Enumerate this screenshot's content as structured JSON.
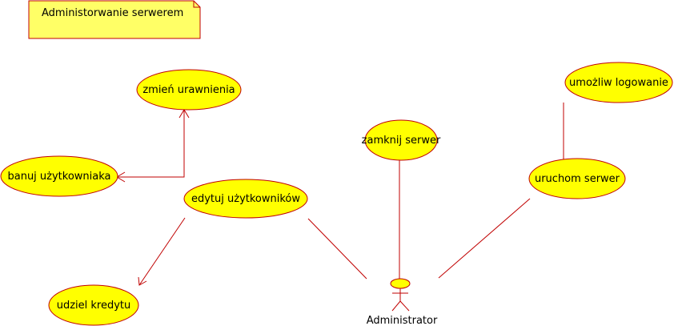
{
  "colors": {
    "fill": "#ffff00",
    "stroke": "#c00000",
    "text": "#000000",
    "background": "#ffffff"
  },
  "note": {
    "text": "Administorwanie serwerem"
  },
  "use_cases": {
    "zmien_uprawnienia": "zmień urawnienia",
    "banuj": "banuj użytkowniaka",
    "edytuj": "edytuj użytkowników",
    "udziel": "udziel kredytu",
    "zamknij": "zamknij serwer",
    "umozliw": "umożliw logowanie",
    "uruchom": "uruchom serwer"
  },
  "actor": {
    "label": "Administrator"
  }
}
